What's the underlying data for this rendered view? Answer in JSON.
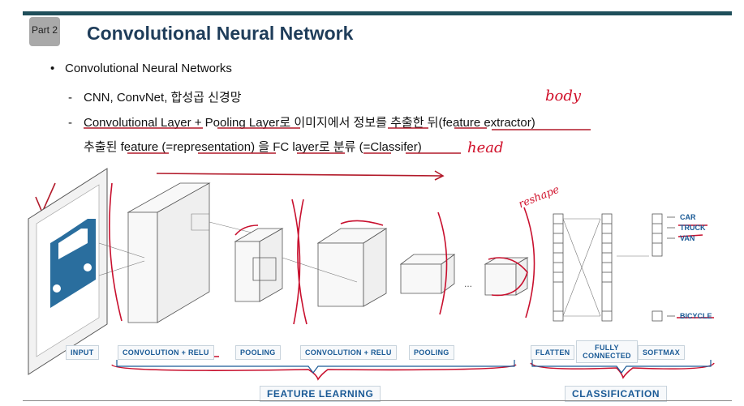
{
  "slide": {
    "part_label": "Part 2",
    "title": "Convolutional Neural Network",
    "bullet": "Convolutional Neural Networks",
    "sub1": "CNN, ConvNet, 합성곱 신경망",
    "sub2": "Convolutional Layer + Pooling Layer로 이미지에서 정보를 추출한 뒤(feature extractor)",
    "sub2_cont": "추출된 feature (=representation) 을 FC layer로 분류 (=Classifer)"
  },
  "annotations": {
    "body": "body",
    "head": "head",
    "reshape": "reshape"
  },
  "diagram": {
    "stage_labels": [
      "INPUT",
      "CONVOLUTION + RELU",
      "POOLING",
      "CONVOLUTION + RELU",
      "POOLING",
      "FLATTEN",
      "FULLY CONNECTED",
      "SOFTMAX"
    ],
    "group_labels": [
      "FEATURE LEARNING",
      "CLASSIFICATION"
    ],
    "classes": [
      "CAR",
      "TRUCK",
      "VAN",
      "BICYCLE"
    ]
  },
  "colors": {
    "accent": "#1a5a96",
    "ink": "#d0102a",
    "car": "#2a6e9e"
  }
}
